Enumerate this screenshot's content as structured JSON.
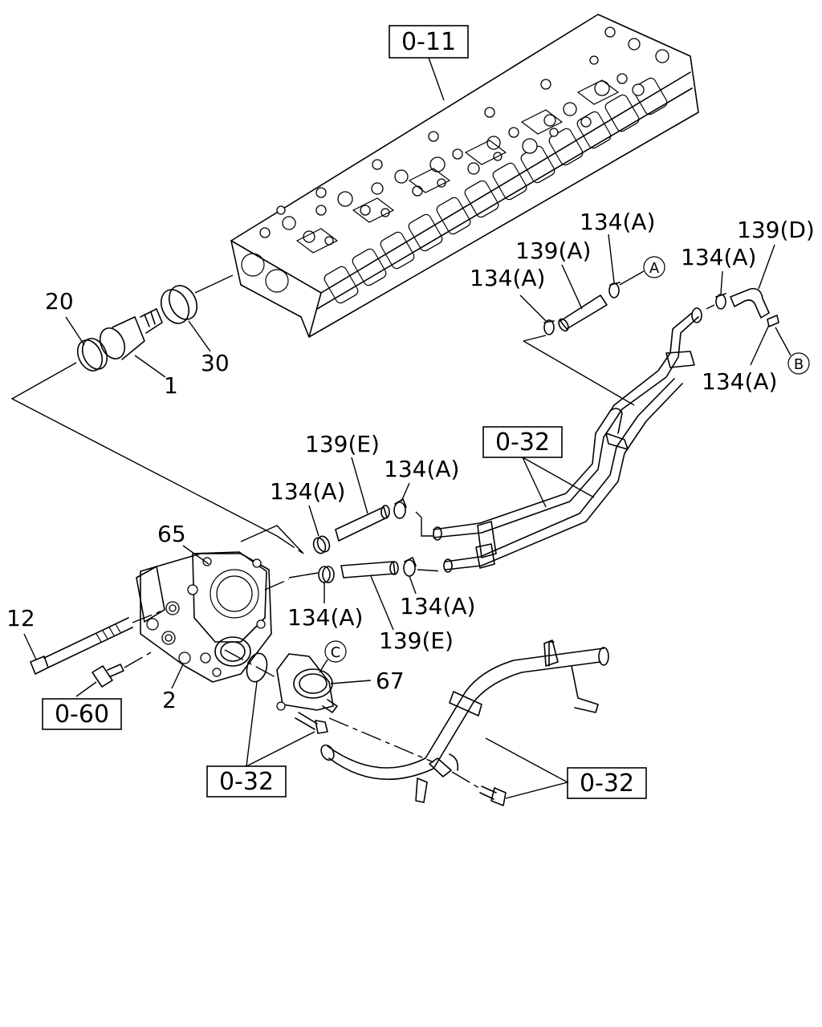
{
  "refs": {
    "cylinder_head": "0-11",
    "pipes_upper": "0-32",
    "sensor": "0-60",
    "gasket_bolt": "0-32",
    "water_pipe": "0-32"
  },
  "labels": {
    "p20": "20",
    "p1": "1",
    "p30": "30",
    "p65": "65",
    "p12": "12",
    "p2": "2",
    "p67": "67",
    "p139e_top": "139(E)",
    "p139e_bottom": "139(E)",
    "p134a_e1": "134(A)",
    "p134a_e2": "134(A)",
    "p134a_e3": "134(A)",
    "p134a_e4": "134(A)",
    "p134a_top1": "134(A)",
    "p134a_top2": "134(A)",
    "p139a": "139(A)",
    "p134a_right1": "134(A)",
    "p139d": "139(D)",
    "p134a_right2": "134(A)"
  },
  "callouts": {
    "a": "A",
    "b": "B",
    "c": "C"
  }
}
